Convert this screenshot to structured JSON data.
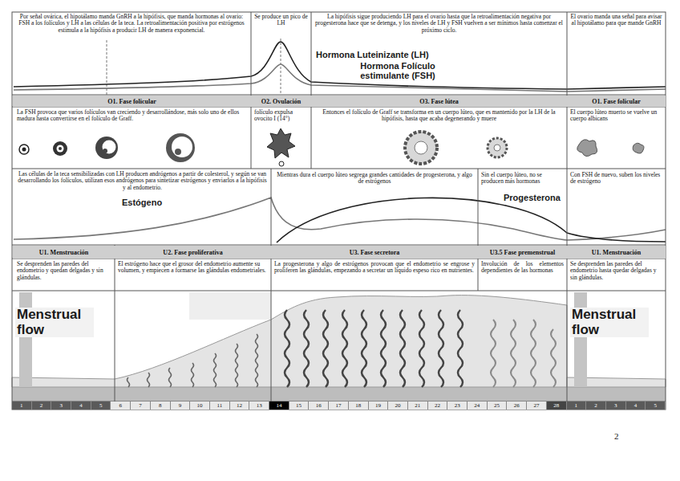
{
  "diagram": {
    "nodes": [
      {
        "text": [
          "Por señal ovárica, el hipotálamo manda GnRH a la hipófisis, que manda hormonas al ovario: FSH a los folículos y LH a las células de la teca. La retroalimentación positiva por estrógenos estimula a la hipófisis a producir LH de manera exponencial."
        ]
      },
      {
        "text": [
          "Se produce un pico de LH"
        ]
      },
      {
        "text": [
          "La hipófisis sigue produciendo LH para el ovario hasta que la retroalimentación negativa por progesterona hace que se detenga, y los niveles de LH y FSH vuelven a ser mínimos hasta comenzar el próximo ciclo."
        ]
      },
      {
        "text": [
          "El ovario manda una señal para avisar al hipotálamo para que mande GnRH"
        ]
      },
      {
        "text": [
          "O1. Fase folicular"
        ]
      },
      {
        "text": [
          "O2. Ovulación"
        ]
      },
      {
        "text": [
          "O3. Fase lútea"
        ]
      },
      {
        "text": [
          "O1. Fase folicular"
        ]
      },
      {
        "text": [
          "La FSH provoca que varios folículos van creciendo y desarrollándose, más solo uno de ellos madura hasta convertirse en el folículo de Graff."
        ]
      },
      {
        "text": [
          "folículo expulsa ovocito I (14°)"
        ]
      },
      {
        "text": [
          "Entonces el folículo de Graff se transforma en un cuerpo lúteo, que es mantenido por la LH de la hipófisis, hasta que acaba degenerando y muere"
        ]
      },
      {
        "text": [
          "El cuerpo lúteo muerto se vuelve un cuerpo albicans"
        ]
      },
      {
        "text": [
          "Las células de la teca sensibilizadas con LH producen andrógenos a partir de colesterol, y según se van desarrollando los folículos, utilizan esos andrógenos para sintetizar estrógenos y enviarlos a la hipófisis y al endometrio."
        ]
      },
      {
        "text": [
          "Mientras dura el cuerpo lúteo segrega grandes cantidades de progesterona, y algo de estrógenos"
        ]
      },
      {
        "text": [
          "Sin el cuerpo lúteo, no se producen más hormonas"
        ]
      },
      {
        "text": [
          "Con FSH de nuevo, suben los niveles de estrógeno"
        ]
      },
      {
        "text": [
          "U1. Menstruación"
        ]
      },
      {
        "text": [
          "U2. Fase proliferativa"
        ]
      },
      {
        "text": [
          "U3. Fase secretora"
        ]
      },
      {
        "text": [
          "U3.5 Fase premenstrual"
        ]
      },
      {
        "text": [
          "U1. Menstruación"
        ]
      },
      {
        "text": [
          "Se desprenden las paredes del endometrio y quedan delgadas y sin glándulas."
        ]
      },
      {
        "text": [
          "El estrógeno hace que el grosor del endometrio aumente su volumen, y empiecen a formarse las glándulas endometriales."
        ]
      },
      {
        "text": [
          "La progesterona y algo de estrógenos provocan que el endometrio se engrose y proliferen las glándulas, empezando a secretar un líquido espeso rico en nutrientes."
        ]
      },
      {
        "text": [
          "Involución de los elementos dependientes de las hormonas"
        ]
      },
      {
        "text": [
          "Se desprenden las paredes del endometrio hasta quedar delgadas y sin glándulas."
        ]
      }
    ],
    "labels": [
      "Hormona Luteinizante (LH)",
      "Hormona Folículo estimulante (FSH)",
      "Estógeno",
      "Progesterona",
      "Menstrual flow",
      "Menstrual flow",
      "1",
      "2",
      "3",
      "4",
      "5",
      "6",
      "7",
      "8",
      "9",
      "10",
      "11",
      "12",
      "13",
      "14",
      "15",
      "16",
      "17",
      "18",
      "19",
      "20",
      "21",
      "22",
      "23",
      "24",
      "25",
      "26",
      "27",
      "28",
      "1",
      "2",
      "3",
      "4",
      "5",
      "2"
    ]
  }
}
